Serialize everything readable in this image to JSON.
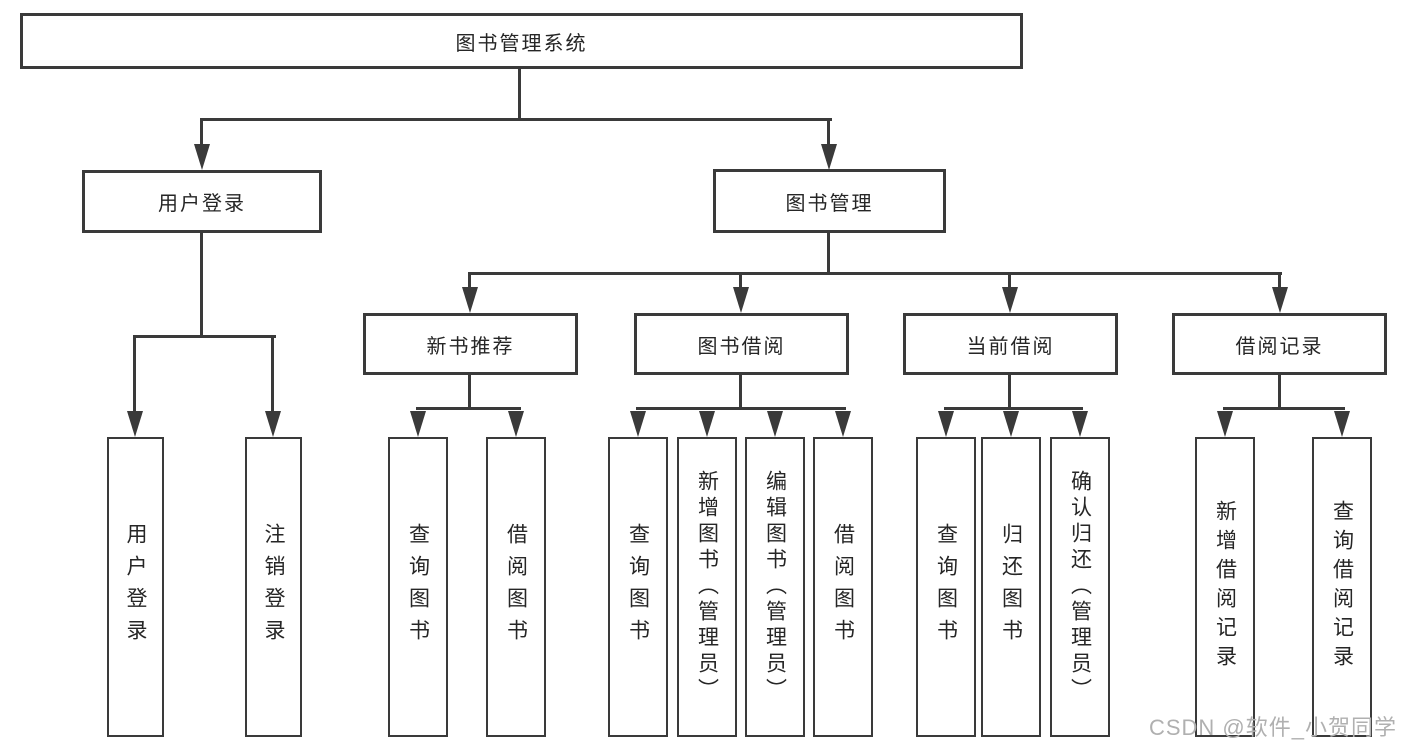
{
  "diagram": {
    "type": "hierarchy-tree",
    "root": {
      "label": "图书管理系统"
    },
    "branches": [
      {
        "label": "用户登录",
        "children": [
          {
            "label": "用户登录"
          },
          {
            "label": "注销登录"
          }
        ]
      },
      {
        "label": "图书管理",
        "groups": [
          {
            "label": "新书推荐",
            "children": [
              {
                "label": "查询图书"
              },
              {
                "label": "借阅图书"
              }
            ]
          },
          {
            "label": "图书借阅",
            "children": [
              {
                "label": "查询图书"
              },
              {
                "label": "新增图书（管理员）"
              },
              {
                "label": "编辑图书（管理员）"
              },
              {
                "label": "借阅图书"
              }
            ]
          },
          {
            "label": "当前借阅",
            "children": [
              {
                "label": "查询图书"
              },
              {
                "label": "归还图书"
              },
              {
                "label": "确认归还（管理员）"
              }
            ]
          },
          {
            "label": "借阅记录",
            "children": [
              {
                "label": "新增借阅记录"
              },
              {
                "label": "查询借阅记录"
              }
            ]
          }
        ]
      }
    ],
    "watermark": "CSDN @软件_小贺同学",
    "colors": {
      "line": "#3a3a3a",
      "text": "#262626",
      "background": "#ffffff",
      "watermark": "#b0b0b0"
    }
  }
}
